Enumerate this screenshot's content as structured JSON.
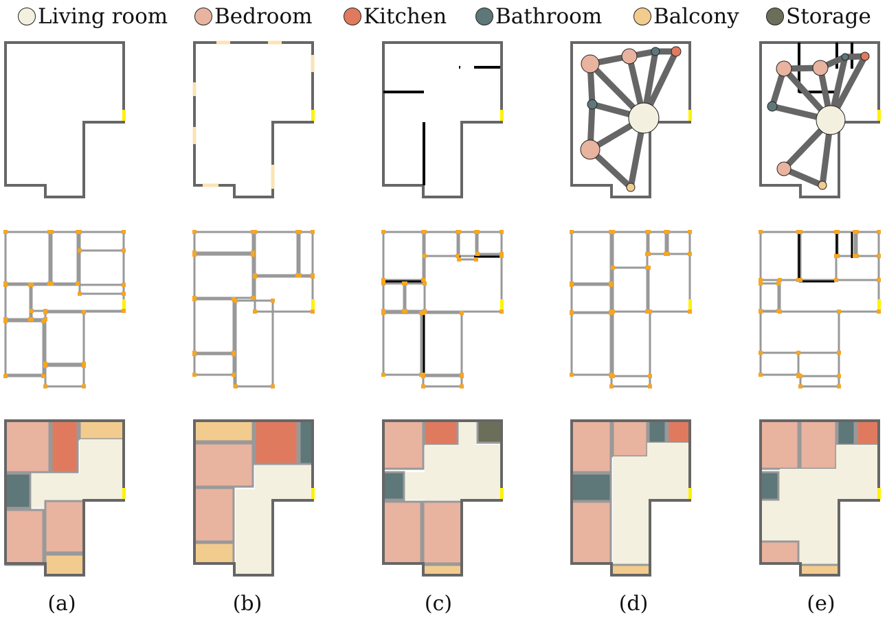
{
  "legend": [
    {
      "label": "Living room",
      "color": "#F3F0E0"
    },
    {
      "label": "Bedroom",
      "color": "#E8B39F"
    },
    {
      "label": "Kitchen",
      "color": "#E07A5F"
    },
    {
      "label": "Bathroom",
      "color": "#5E7779"
    },
    {
      "label": "Balcony",
      "color": "#F2CB8E"
    },
    {
      "label": "Storage",
      "color": "#6B6E58"
    }
  ],
  "captions": [
    "(a)",
    "(b)",
    "(c)",
    "(d)",
    "(e)"
  ],
  "colors": {
    "wall": "#666666",
    "inner_wall": "#999999",
    "junction": "#F5A623",
    "door": "#FFF200",
    "window": "#FBE3B4",
    "constraint_wall": "#000000",
    "edge": "#666666"
  }
}
